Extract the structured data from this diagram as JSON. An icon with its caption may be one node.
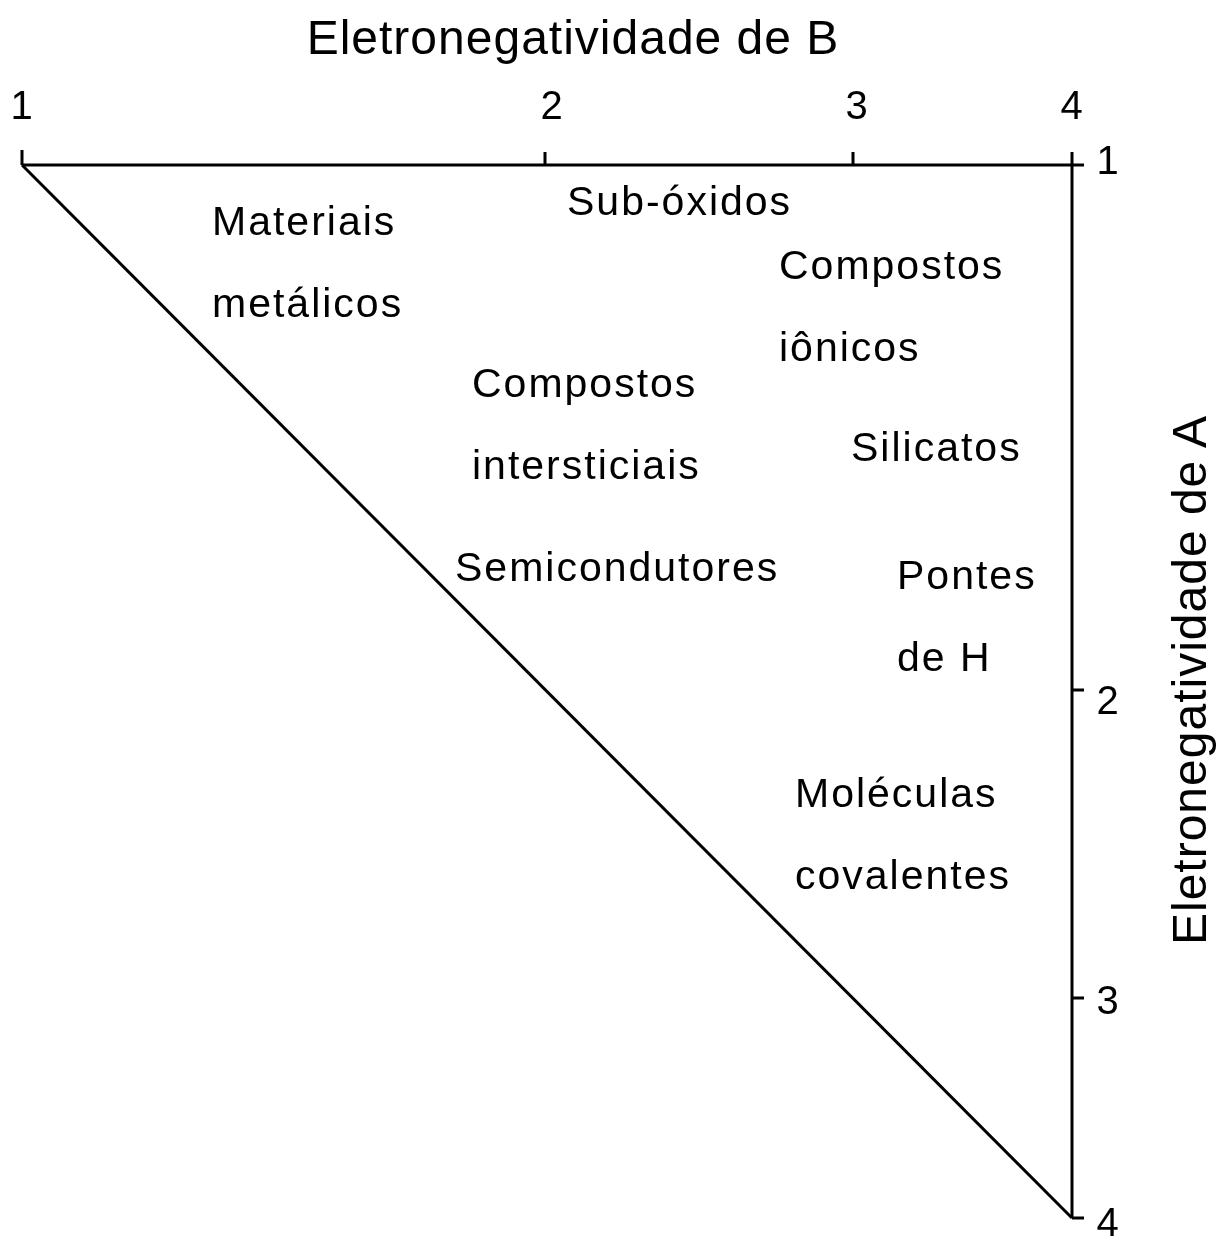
{
  "diagram": {
    "labels": [
      "Eletronegatividade de B",
      "1",
      "2",
      "3",
      "4",
      "1",
      "Sub-óxidos",
      "Materiais metálicos",
      "Compostos iônicos",
      "Compostos intersticiais",
      "Silicatos",
      "Semicondutores",
      "Pontes de H",
      "2",
      "Moléculas covalentes",
      "3",
      "4",
      "Eletronegatividade de A"
    ]
  }
}
